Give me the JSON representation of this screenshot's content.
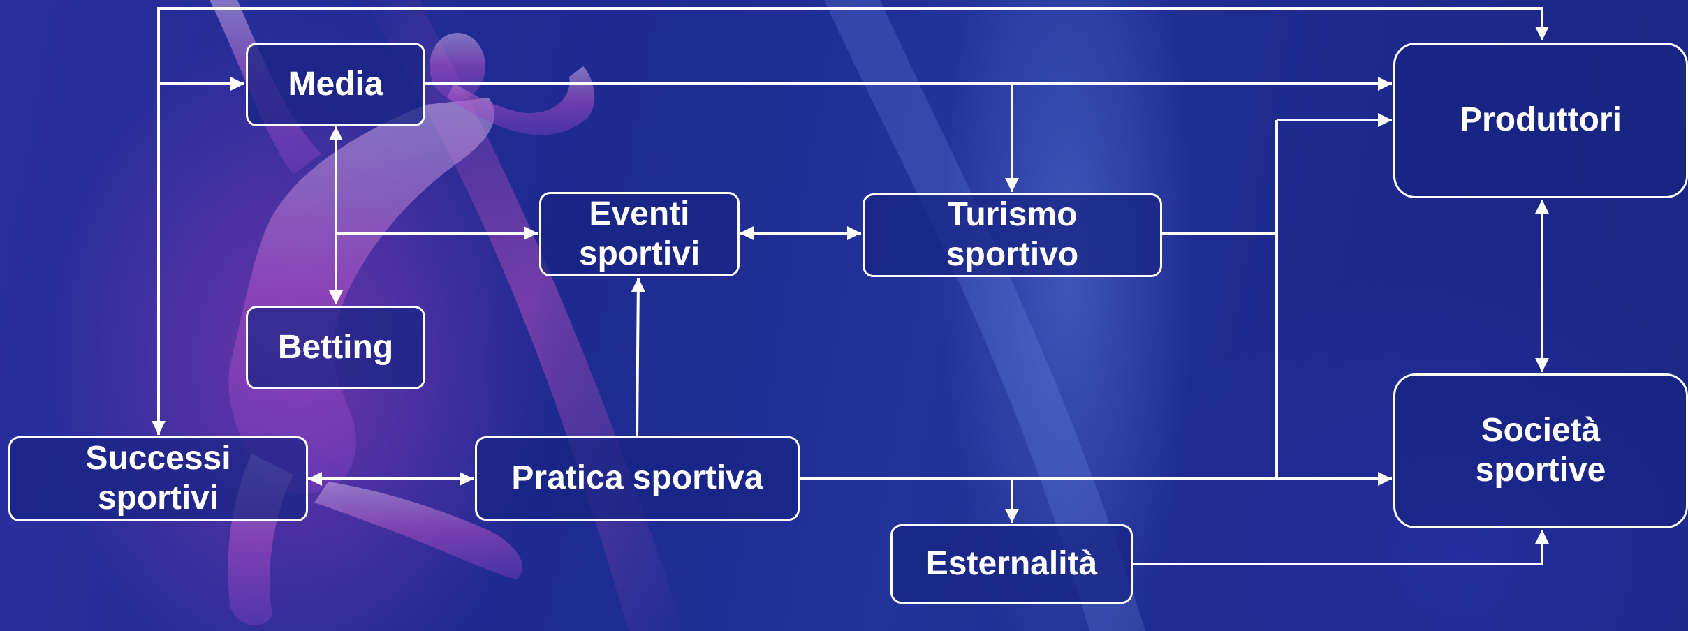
{
  "diagram": {
    "nodes": {
      "media": "Media",
      "betting": "Betting",
      "successi": "Successi\nsportivi",
      "eventi": "Eventi\nsportivi",
      "pratica": "Pratica sportiva",
      "turismo": "Turismo\nsportivo",
      "esternalita": "Esternalità",
      "produttori": "Produttori",
      "societa": "Società\nsportive"
    },
    "colors": {
      "background": "#1f2a8c",
      "stroke": "#ffffff",
      "accent_glow": "#b040c0"
    }
  }
}
